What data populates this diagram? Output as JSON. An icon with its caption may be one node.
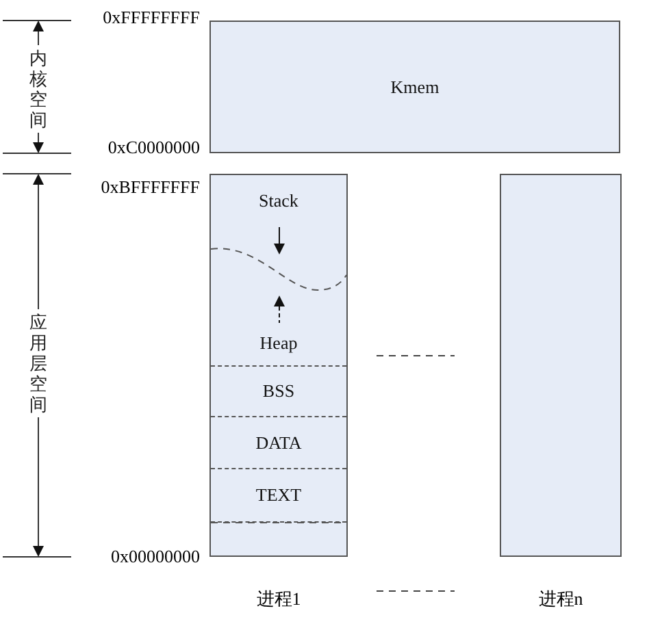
{
  "diagram": {
    "nodes": [
      {
        "text": [
          "Kmem"
        ]
      },
      {
        "text": [],
        "shape": "box",
        "beside": [
          "进程1"
        ]
      },
      {
        "text": [
          "Stack"
        ],
        "in": 1
      },
      {
        "text": [
          "Heap"
        ],
        "in": 1
      },
      {
        "text": [
          "BSS"
        ],
        "in": 1
      },
      {
        "text": [
          "DATA"
        ],
        "in": 1
      },
      {
        "text": [
          "TEXT"
        ],
        "in": 1
      },
      {
        "text": [],
        "shape": "box",
        "beside": [
          "进程n"
        ]
      }
    ],
    "edges": [],
    "labels": [
      "0xFFFFFFFF",
      "内核空间",
      "0xC0000000",
      "0xBFFFFFFF",
      "应用层空间",
      "0x00000000"
    ]
  }
}
